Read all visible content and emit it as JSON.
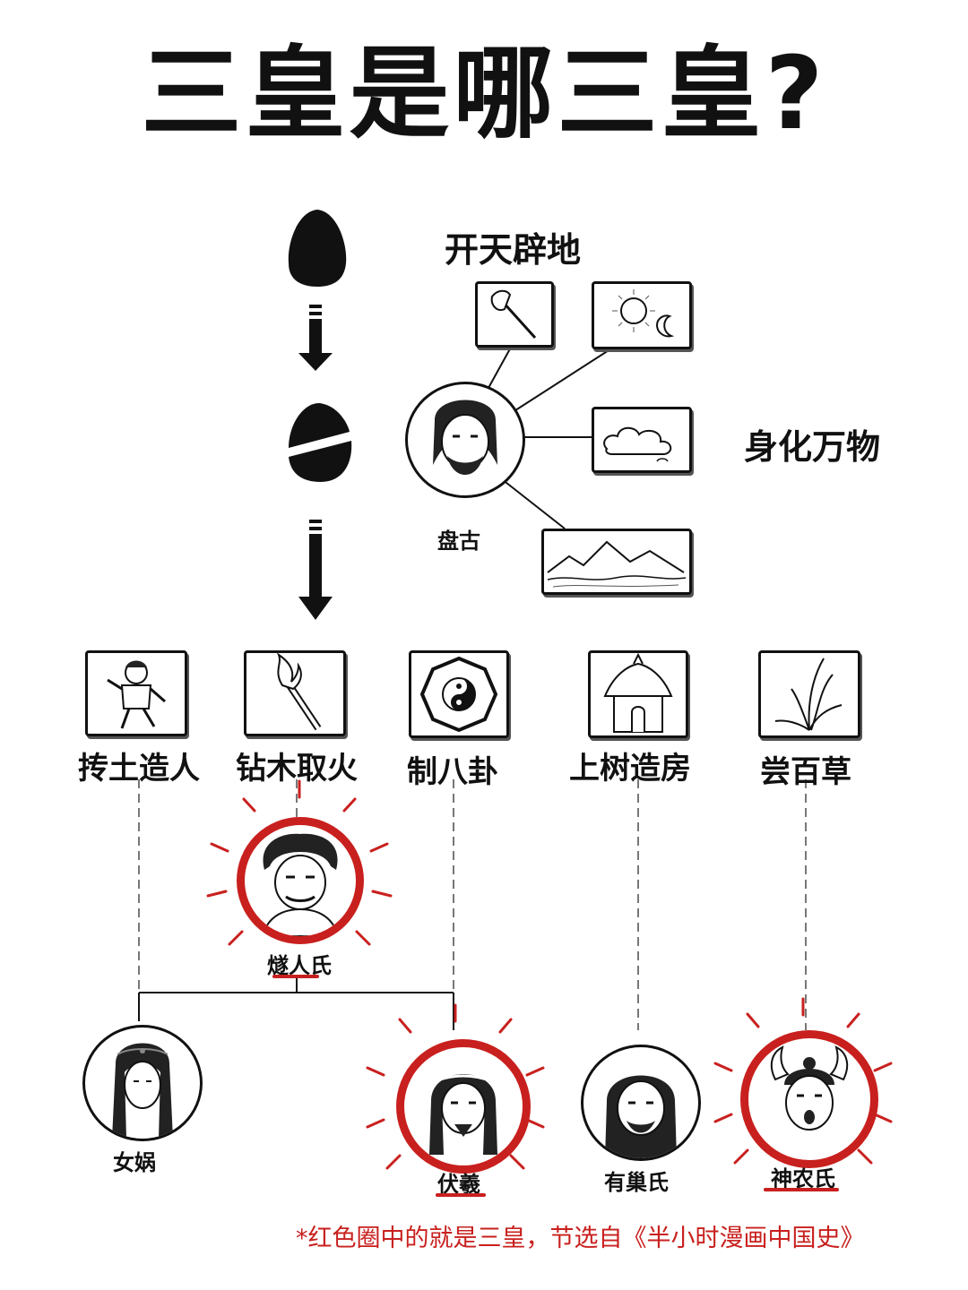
{
  "title": "三皇是哪三皇?",
  "creation": {
    "heading": "开天辟地",
    "transform_label": "身化万物",
    "pangu_name": "盘古"
  },
  "activities": [
    {
      "label": "抟土造人",
      "icon": "clay-figure-icon"
    },
    {
      "label": "钻木取火",
      "icon": "fire-stick-icon"
    },
    {
      "label": "制八卦",
      "icon": "bagua-icon"
    },
    {
      "label": "上树造房",
      "icon": "hut-icon"
    },
    {
      "label": "尝百草",
      "icon": "herb-icon"
    }
  ],
  "figures": {
    "suiren": "燧人氏",
    "nuwa": "女娲",
    "fuxi": "伏羲",
    "youchao": "有巢氏",
    "shennong": "神农氏"
  },
  "footnote": "*红色圈中的就是三皇，节选自《半小时漫画中国史》",
  "colors": {
    "highlight": "#c8201e",
    "ink": "#111111"
  }
}
